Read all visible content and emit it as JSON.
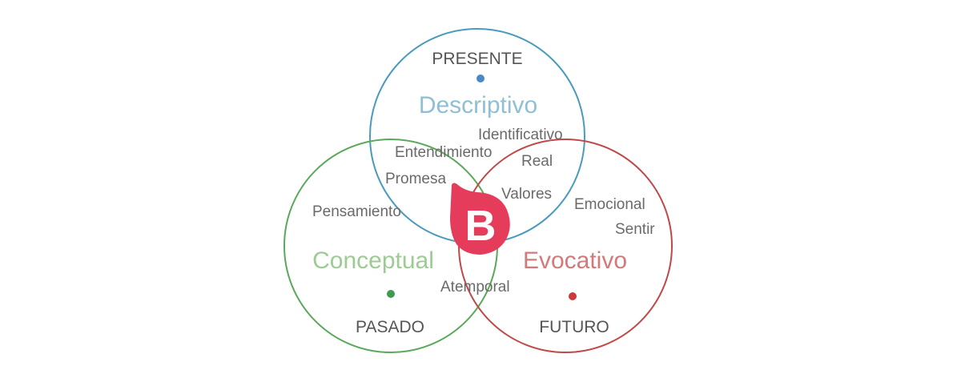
{
  "colors": {
    "presente": "#4a9bbb",
    "presente_dot": "#4a88c8",
    "pasado": "#5aa85a",
    "pasado_dot": "#3f9a52",
    "futuro": "#c04848",
    "futuro_dot": "#cc3b3b",
    "logo": "#e63c5c",
    "terms": "#6a6a6a"
  },
  "circles": {
    "top": {
      "time_label": "PRESENTE",
      "category": "Descriptivo",
      "category_color": "#8fbfd3"
    },
    "left": {
      "time_label": "PASADO",
      "category": "Conceptual",
      "category_color": "#9ccb94"
    },
    "right": {
      "time_label": "FUTURO",
      "category": "Evocativo",
      "category_color": "#d27a7a"
    }
  },
  "terms": {
    "identificativo": "Identificativo",
    "entendimiento": "Entendimiento",
    "real": "Real",
    "promesa": "Promesa",
    "valores": "Valores",
    "pensamiento": "Pensamiento",
    "emocional": "Emocional",
    "sentir": "Sentir",
    "atemporal": "Atemporal"
  },
  "logo": {
    "letter": "B",
    "icon": "brand-b-logo-icon"
  }
}
